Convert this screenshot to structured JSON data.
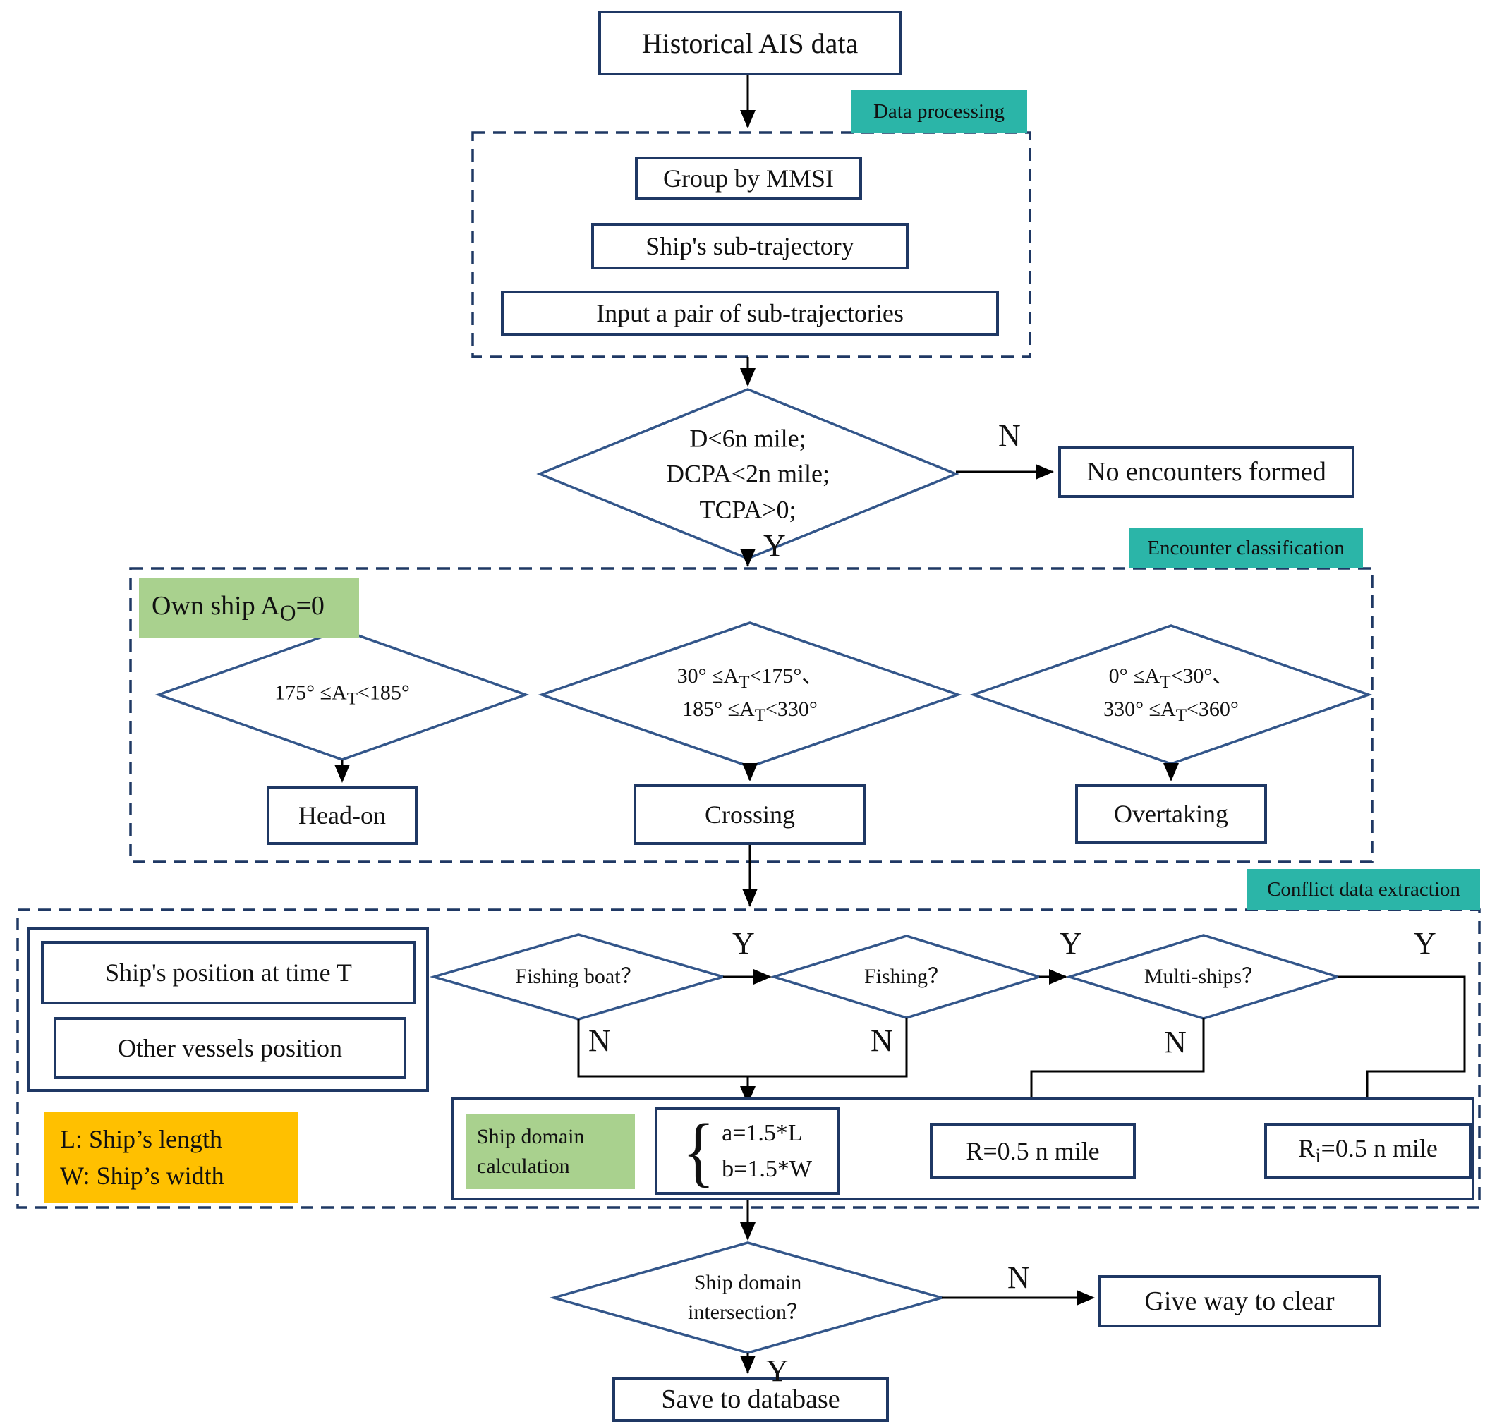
{
  "colors": {
    "teal_tag": "#2bb5a8",
    "green_label": "#a9d18e",
    "orange_label": "#ffc000",
    "box_border_navy": "#1f3864",
    "diamond_border_blue": "#33568a",
    "line_black": "#000000"
  },
  "labels": {
    "yes": "Y",
    "no": "N"
  },
  "top": {
    "historical": "Historical AIS data"
  },
  "data_processing": {
    "tag": "Data processing",
    "group_by_mmsi": "Group by MMSI",
    "sub_trajectory": "Ship's sub-trajectory",
    "input_pair": "Input a pair of sub-trajectories"
  },
  "encounter_check": {
    "line1": "D<6n mile;",
    "line2": "DCPA<2n mile;",
    "line3": "TCPA>0;",
    "no_result": "No encounters formed"
  },
  "encounter_classification": {
    "tag": "Encounter classification",
    "own_ship_html": "Own ship A<sub>O</sub>=0",
    "head_on_cond_html": "175°&nbsp;≤A<sub>T</sub><185°",
    "head_on_result": "Head-on",
    "crossing_cond1_html": "30°&nbsp;≤A<sub>T</sub><175°、",
    "crossing_cond2_html": "185°&nbsp;≤A<sub>T</sub><330°",
    "crossing_result": "Crossing",
    "overtaking_cond1_html": "0°&nbsp;≤A<sub>T</sub><30°、",
    "overtaking_cond2_html": "330°&nbsp;≤A<sub>T</sub><360°",
    "overtaking_result": "Overtaking"
  },
  "conflict_extraction": {
    "tag": "Conflict data extraction",
    "ship_position": "Ship's position at time T",
    "other_position": "Other vessels position",
    "fishing_boat_q": "Fishing boat？",
    "fishing_q": "Fishing？",
    "multi_ships_q": "Multi-ships？",
    "length_note_l": "L: Ship’s length",
    "length_note_w": "W: Ship’s width",
    "ship_domain_label1": "Ship domain",
    "ship_domain_label2": "calculation",
    "brace": "{",
    "formula_a": "a=1.5*L",
    "formula_b": "b=1.5*W",
    "radius_r": "R=0.5 n mile",
    "radius_ri_html": "R<sub>i</sub>=0.5 n mile"
  },
  "final": {
    "intersection_q1": "Ship domain",
    "intersection_q2": "intersection？",
    "give_way": "Give way to clear",
    "save_db": "Save to database"
  }
}
